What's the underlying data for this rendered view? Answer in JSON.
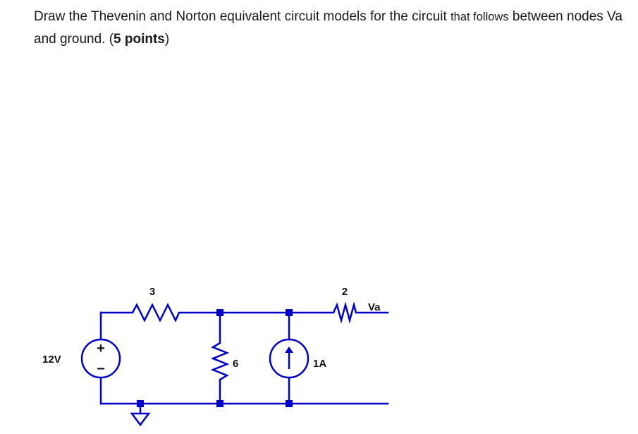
{
  "question": {
    "part1": "Draw the Thevenin and Norton equivalent circuit models for the circuit",
    "part2": "that follows",
    "part3": "between nodes Va and ground.",
    "open_paren": "(",
    "points": "5 points",
    "close_paren": ")"
  },
  "circuit": {
    "wire_color": "#0000cc",
    "node_color": "#0000cc",
    "voltage_source": {
      "label": "12V",
      "plus": "+",
      "minus": "−"
    },
    "r1": {
      "label": "3"
    },
    "r2": {
      "label": "6"
    },
    "r3": {
      "label": "2"
    },
    "current_source": {
      "label": "1A"
    },
    "output_node": {
      "label": "Va"
    }
  }
}
